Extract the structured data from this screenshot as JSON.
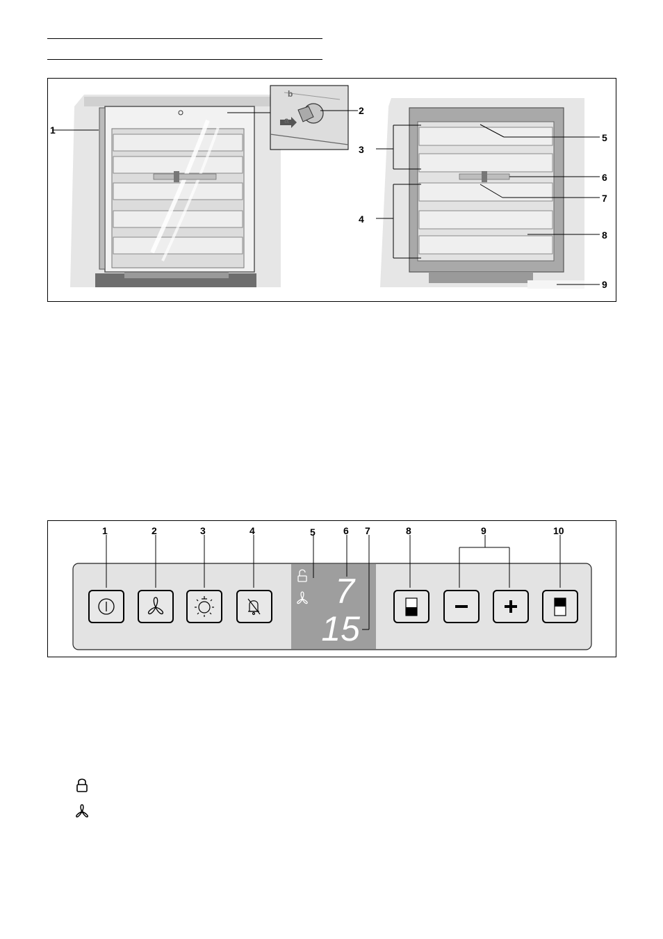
{
  "figure1": {
    "left_labels": [
      "1"
    ],
    "inset_labels": {
      "a": "a",
      "b": "b"
    },
    "callout_2": "2",
    "right_labels": [
      "3",
      "4",
      "5",
      "6",
      "7",
      "8",
      "9"
    ]
  },
  "figure2": {
    "labels": [
      "1",
      "2",
      "3",
      "4",
      "5",
      "6",
      "7",
      "8",
      "9",
      "10"
    ],
    "display": {
      "top_value": "7",
      "bottom_value": "15"
    }
  },
  "legend": {
    "icons": [
      "lock-icon",
      "fan-icon"
    ]
  }
}
